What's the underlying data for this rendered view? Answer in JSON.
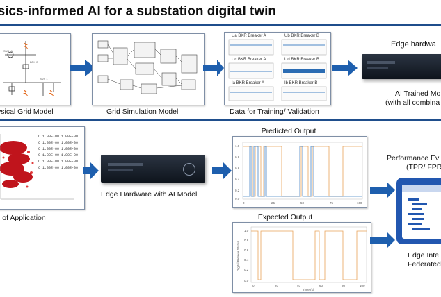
{
  "title": "ysics-informed AI for a substation digital twin",
  "top_row": {
    "physical_grid_model": "ysical Grid Model",
    "grid_simulation_model": "Grid Simulation Model",
    "data_training": "Data for Training/ Validation",
    "edge_hardware_header": "Edge hardwa",
    "ai_trained_line1": "AI Trained Mo",
    "ai_trained_line2": "(with all combina"
  },
  "data_panel": {
    "sub_titles": [
      "Ua  BKR Breaker A",
      "Ub  BKR Breaker B",
      "Uc  BKR Breaker A",
      "Ud  BKR Breaker B",
      "Ia  BKR Breaker A",
      "Ib  BKR Breaker B"
    ]
  },
  "bottom_row": {
    "application_label": "l of Application",
    "edge_hardware_ai": "Edge Hardware  with AI Model",
    "predicted_output": "Predicted Output",
    "expected_output": "Expected Output",
    "performance_line1": "Performance Ev",
    "performance_line2": "(TPR/ FPR",
    "edge_inte_line1": "Edge Inte",
    "edge_inte_line2": "Federated"
  },
  "predicted_chart": {
    "y_ticks": [
      "1.0",
      "0.8",
      "0.6",
      "0.4",
      "0.2",
      "0.0"
    ],
    "x_ticks": [
      "0",
      "25",
      "50",
      "75",
      "100"
    ]
  },
  "expected_chart": {
    "y_label": "Digital Breaker Status",
    "x_label": "Time (s)",
    "y_ticks": [
      "1.0",
      "0.8",
      "0.6",
      "0.4",
      "0.2",
      "0.0"
    ],
    "x_ticks": [
      "0",
      "20",
      "40",
      "60",
      "80",
      "100"
    ]
  },
  "scatter_panel": {
    "table_rows": [
      "C  1.00E-00  1.00E-00",
      "C  1.00E-00  1.00E-00",
      "C  1.00E-00  1.00E-00",
      "C  1.00E-00  1.00E-00",
      "C  1.00E-00  1.00E-00",
      "C  1.00E-00  1.00E-00"
    ]
  },
  "colors": {
    "accent_blue": "#1f4e8c",
    "arrow_blue": "#1e5fae",
    "series_blue": "#4a86c5",
    "series_orange": "#e8a25a"
  }
}
